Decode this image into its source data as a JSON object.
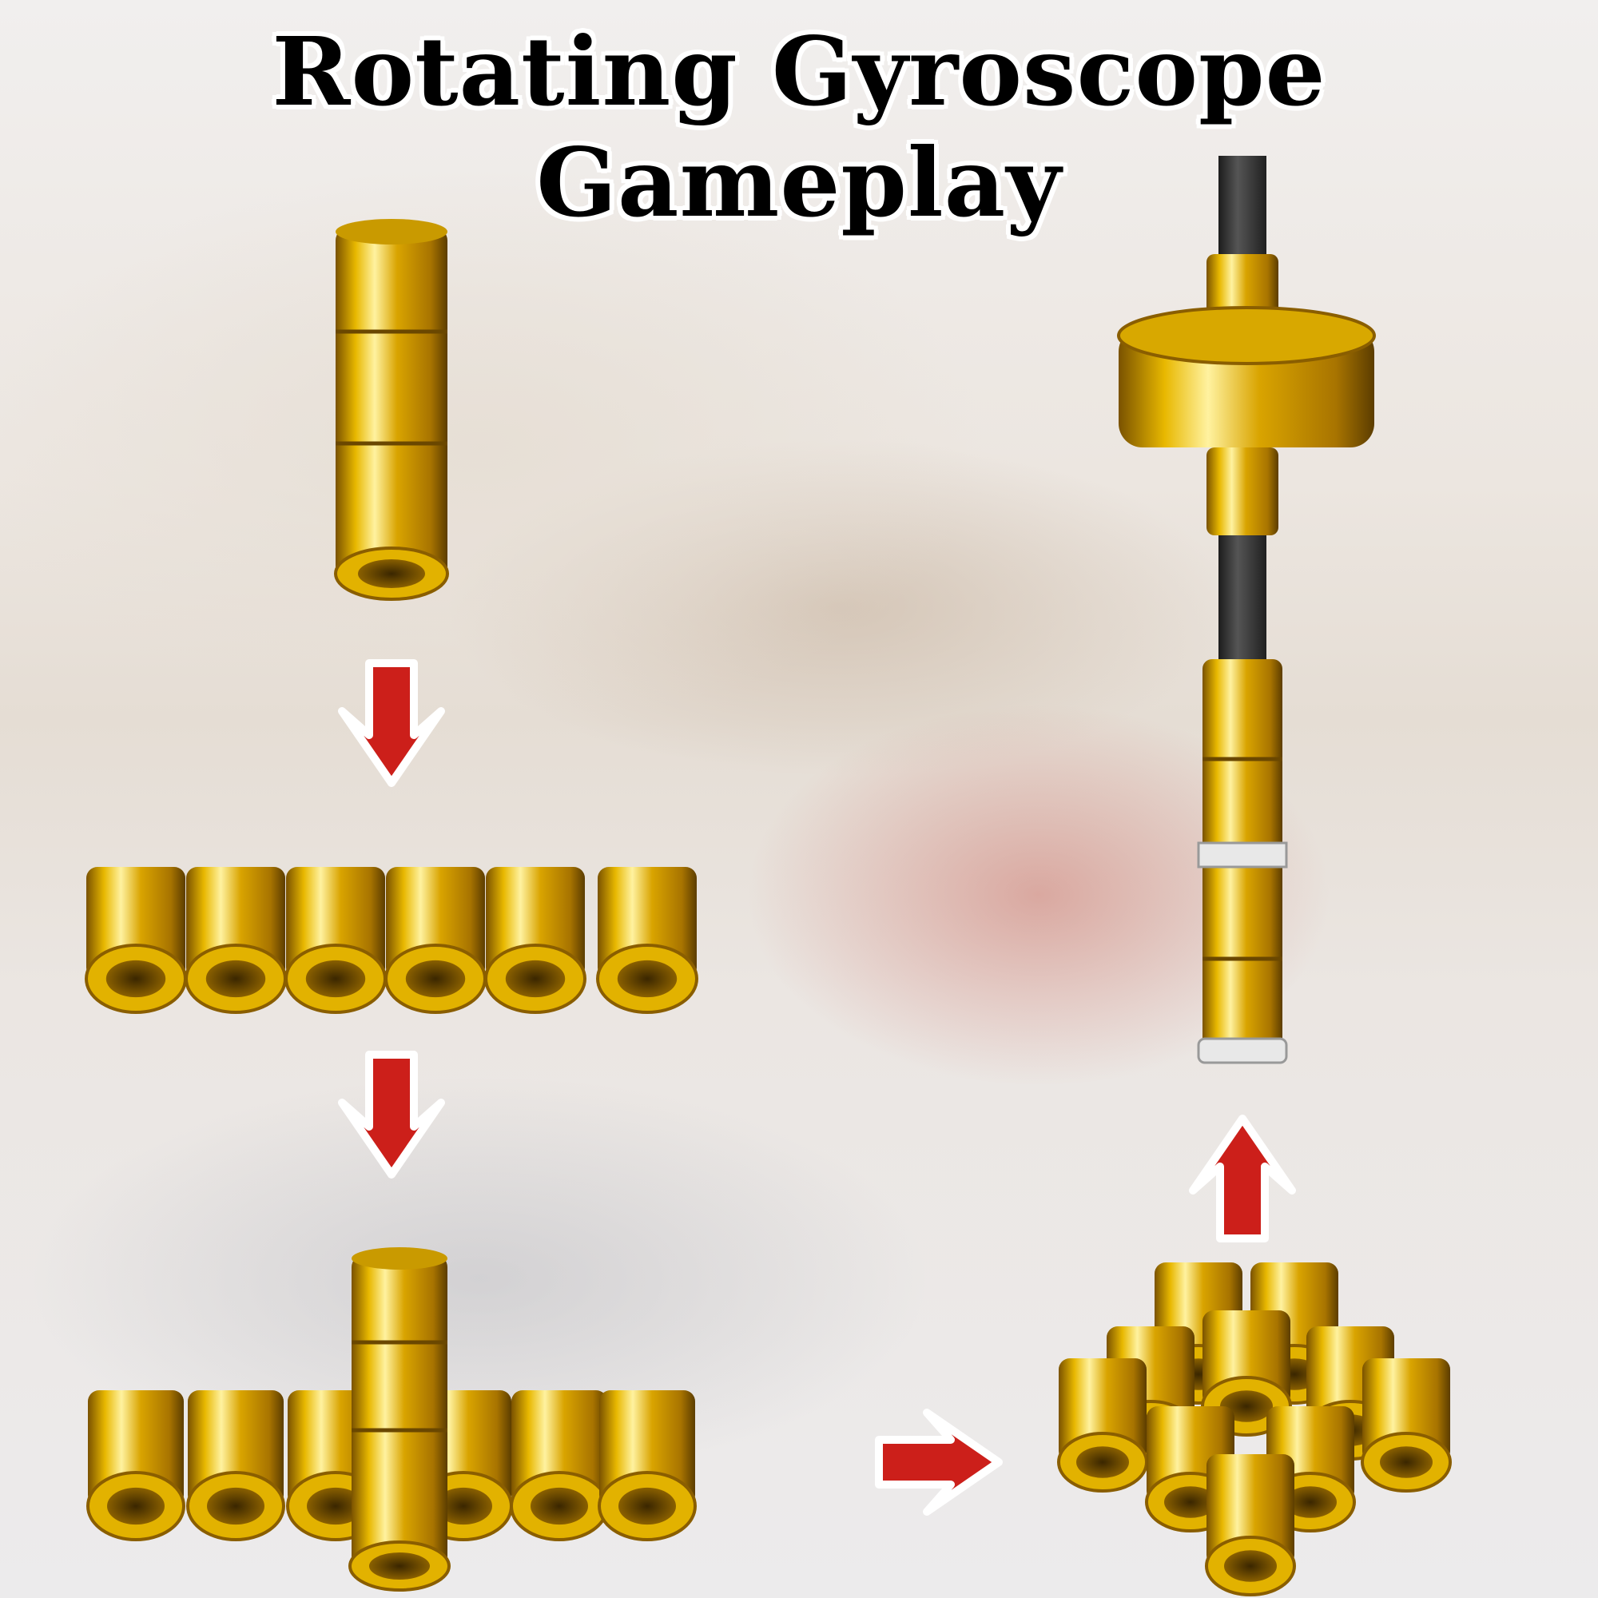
{
  "title": "Rotating Gyroscope Gameplay",
  "colors": {
    "gold": "#e0b000",
    "gold_dark": "#8a5e00",
    "arrow": "#cc1f1a",
    "rod": "#3a3a3a"
  },
  "steps": [
    {
      "id": "stack-of-three",
      "icon": "magnet-stack-icon"
    },
    {
      "id": "row-of-six",
      "icon": "magnet-row-icon"
    },
    {
      "id": "t-shape",
      "icon": "magnet-t-icon"
    },
    {
      "id": "cluster",
      "icon": "magnet-cluster-icon"
    },
    {
      "id": "spinning-gyroscope",
      "icon": "gyroscope-icon"
    }
  ]
}
